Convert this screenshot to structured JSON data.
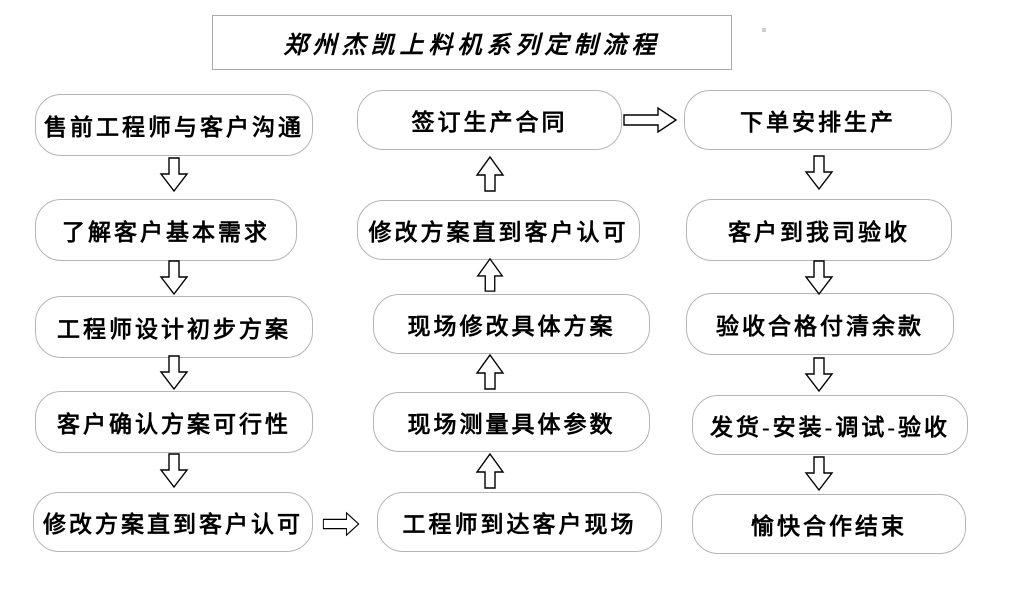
{
  "title": "郑州杰凯上料机系列定制流程",
  "columns": {
    "left": [
      "售前工程师与客户沟通",
      "了解客户基本需求",
      "工程师设计初步方案",
      "客户确认方案可行性",
      "修改方案直到客户认可"
    ],
    "middle": [
      "签订生产合同",
      "修改方案直到客户认可",
      "现场修改具体方案",
      "现场测量具体参数",
      "工程师到达客户现场"
    ],
    "right": [
      "下单安排生产",
      "客户到我司验收",
      "验收合格付清余款",
      "发货-安装-调试-验收",
      "愉快合作结束"
    ]
  },
  "colors": {
    "background": "#ffffff",
    "box_border": "#b5b5b5",
    "title_border": "#a9a9a9",
    "text": "#000000",
    "arrow_outline": "#000000",
    "arrow_fill": "#ffffff"
  }
}
